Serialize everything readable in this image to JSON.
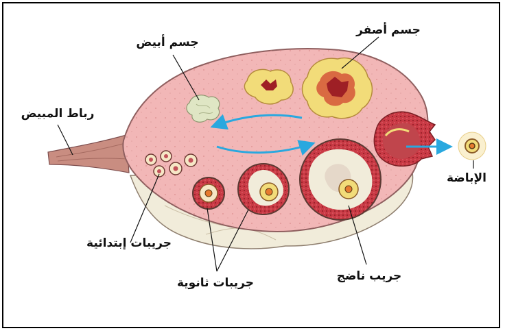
{
  "labels": {
    "corpus_luteum": "جسم أصفر",
    "corpus_albicans": "جسم أبيض",
    "ovarian_ligament": "رباط المبيض",
    "ovulation": "الإباضة",
    "primary_follicles": "جريبات إبتدائية",
    "secondary_follicles": "جريبات ثانوية",
    "mature_follicle": "جريب ناضج"
  },
  "colors": {
    "ovary_tissue": "#f2b7b7",
    "ovary_outline": "#8f5f5f",
    "medulla": "#f1ecda",
    "luteum_yellow": "#f2dc79",
    "luteum_core": "#9e1f25",
    "arrow_blue": "#29a8df",
    "ligament": "#c98d81"
  }
}
